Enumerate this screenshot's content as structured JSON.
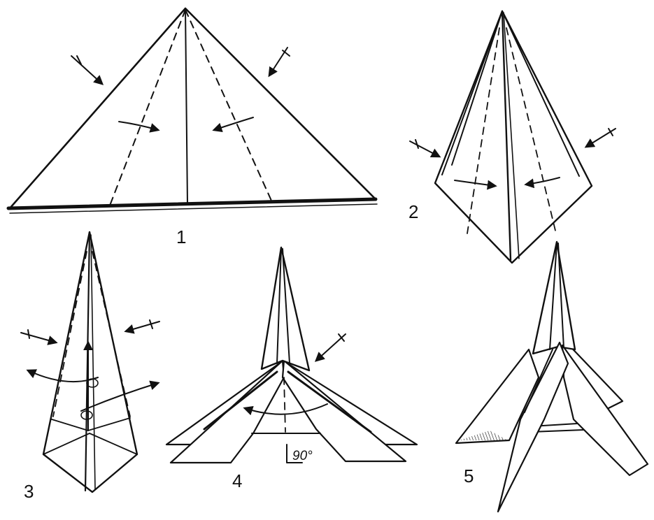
{
  "steps": [
    {
      "number": "1"
    },
    {
      "number": "2"
    },
    {
      "number": "3"
    },
    {
      "number": "4"
    },
    {
      "number": "5"
    }
  ],
  "annotations": {
    "angle": "90°"
  },
  "colors": {
    "ink": "#111111",
    "paper": "#ffffff"
  }
}
